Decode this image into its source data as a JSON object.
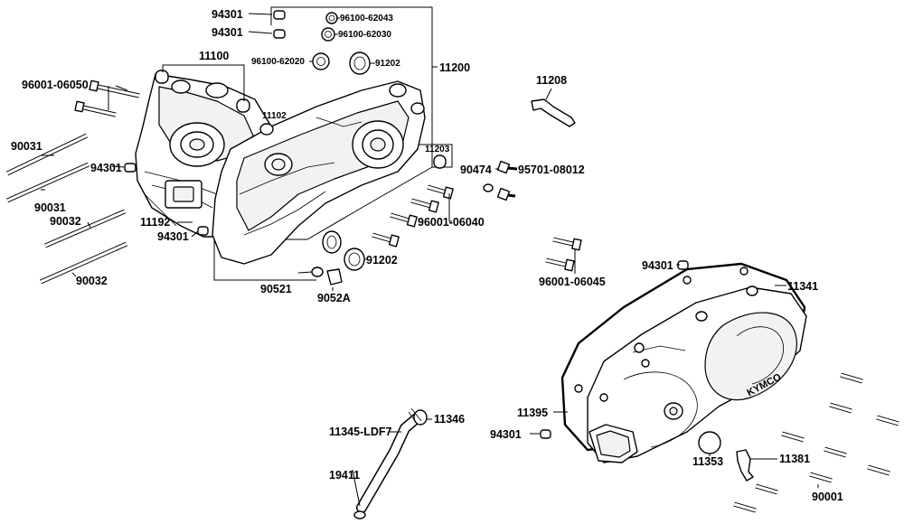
{
  "diagram": {
    "labels": {
      "p94301_a": "94301",
      "p94301_b": "94301",
      "p94301_c": "94301",
      "p94301_d": "94301",
      "p94301_e": "94301",
      "p94301_f": "94301",
      "p96100_62043": "96100-62043",
      "p96100_62030": "96100-62030",
      "p96100_62020": "96100-62020",
      "p91202_a": "91202",
      "p91202_b": "91202",
      "p11200": "11200",
      "p11100": "11100",
      "p96001_06050": "96001-06050",
      "p11102": "11102",
      "p11203": "11203",
      "p90031_a": "90031",
      "p90031_b": "90031",
      "p90032_a": "90032",
      "p90032_b": "90032",
      "p11192": "11192",
      "p90521": "90521",
      "p9052A": "9052A",
      "p11208": "11208",
      "p90474": "90474",
      "p95701_08012": "95701-08012",
      "p96001_06040": "96001-06040",
      "p96001_06045": "96001-06045",
      "p11341": "11341",
      "p11395": "11395",
      "p11353": "11353",
      "p11381": "11381",
      "p90001": "90001",
      "p11345_LDF7": "11345-LDF7",
      "p11346": "11346",
      "p19411": "19411"
    },
    "logo_text": "KYMCO"
  }
}
